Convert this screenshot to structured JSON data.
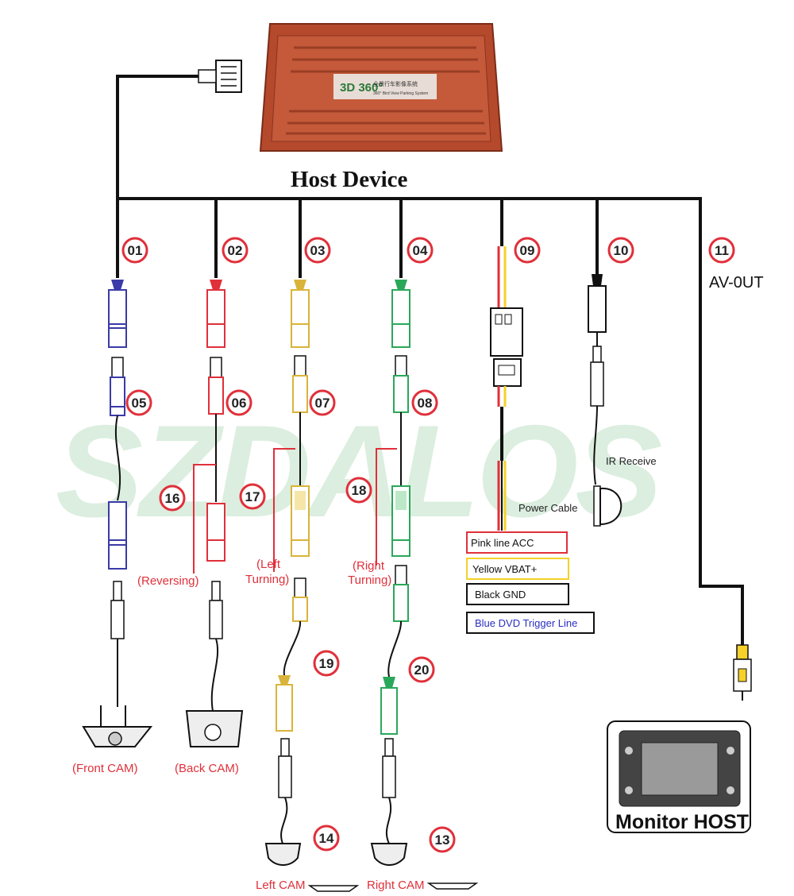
{
  "title": "Host Device",
  "watermark": "SZDALOS",
  "device_brand": "3D 360°",
  "device_caption": "全景行车影像系统",
  "device_caption_en": "360° Bird View Parking System",
  "numbers": {
    "n01": "01",
    "n02": "02",
    "n03": "03",
    "n04": "04",
    "n05": "05",
    "n06": "06",
    "n07": "07",
    "n08": "08",
    "n09": "09",
    "n10": "10",
    "n11": "11",
    "n13": "13",
    "n14": "14",
    "n16": "16",
    "n17": "17",
    "n18": "18",
    "n19": "19",
    "n20": "20"
  },
  "labels": {
    "av_out": "AV-0UT",
    "ir_receive": "IR Receive",
    "power_cable": "Power Cable",
    "reversing": "(Reversing)",
    "left_turning_1": "(Left",
    "left_turning_2": "Turning)",
    "right_turning_1": "(Right",
    "right_turning_2": "Turning)",
    "front_cam": "(Front CAM)",
    "back_cam": "(Back CAM)",
    "left_cam": "Left CAM",
    "right_cam": "Right CAM",
    "monitor_host": "Monitor  HOST"
  },
  "legend": [
    {
      "text": "Pink line ACC",
      "color": "#e0303a",
      "text_color": "#111111"
    },
    {
      "text": "Yellow VBAT+",
      "color": "#f5d12a",
      "text_color": "#111111"
    },
    {
      "text": "Black GND",
      "color": "#111111",
      "text_color": "#111111"
    },
    {
      "text": "Blue DVD Trigger Line",
      "color": "#111111",
      "text_color": "#2a2fc0"
    }
  ],
  "colors": {
    "blue": "#3a3aa8",
    "red": "#e0303a",
    "yellow": "#d9b43a",
    "green": "#2aa85a",
    "cable": "#111111",
    "device": "#b5492c",
    "badge_ring": "#e0303a"
  }
}
